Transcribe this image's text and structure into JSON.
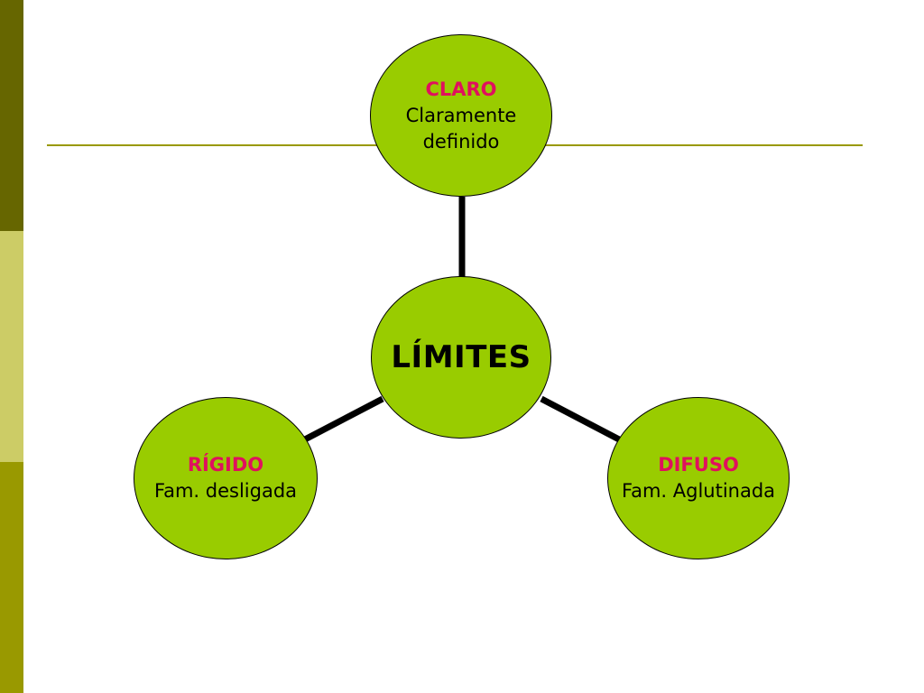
{
  "center": {
    "label": "LÍMITES"
  },
  "nodes": {
    "claro": {
      "title": "CLARO",
      "line1": "Claramente",
      "line2": "definido"
    },
    "rigido": {
      "title": "RÍGIDO",
      "line1": "Fam. desligada"
    },
    "difuso": {
      "title": "DIFUSO",
      "line1": "Fam. Aglutinada"
    }
  },
  "colors": {
    "node_fill": "#99cc00",
    "title_text": "#e0105e",
    "rule": "#999900",
    "side_band_dark": "#666600",
    "side_band_light": "#cccc66",
    "side_band_mid": "#999900"
  }
}
